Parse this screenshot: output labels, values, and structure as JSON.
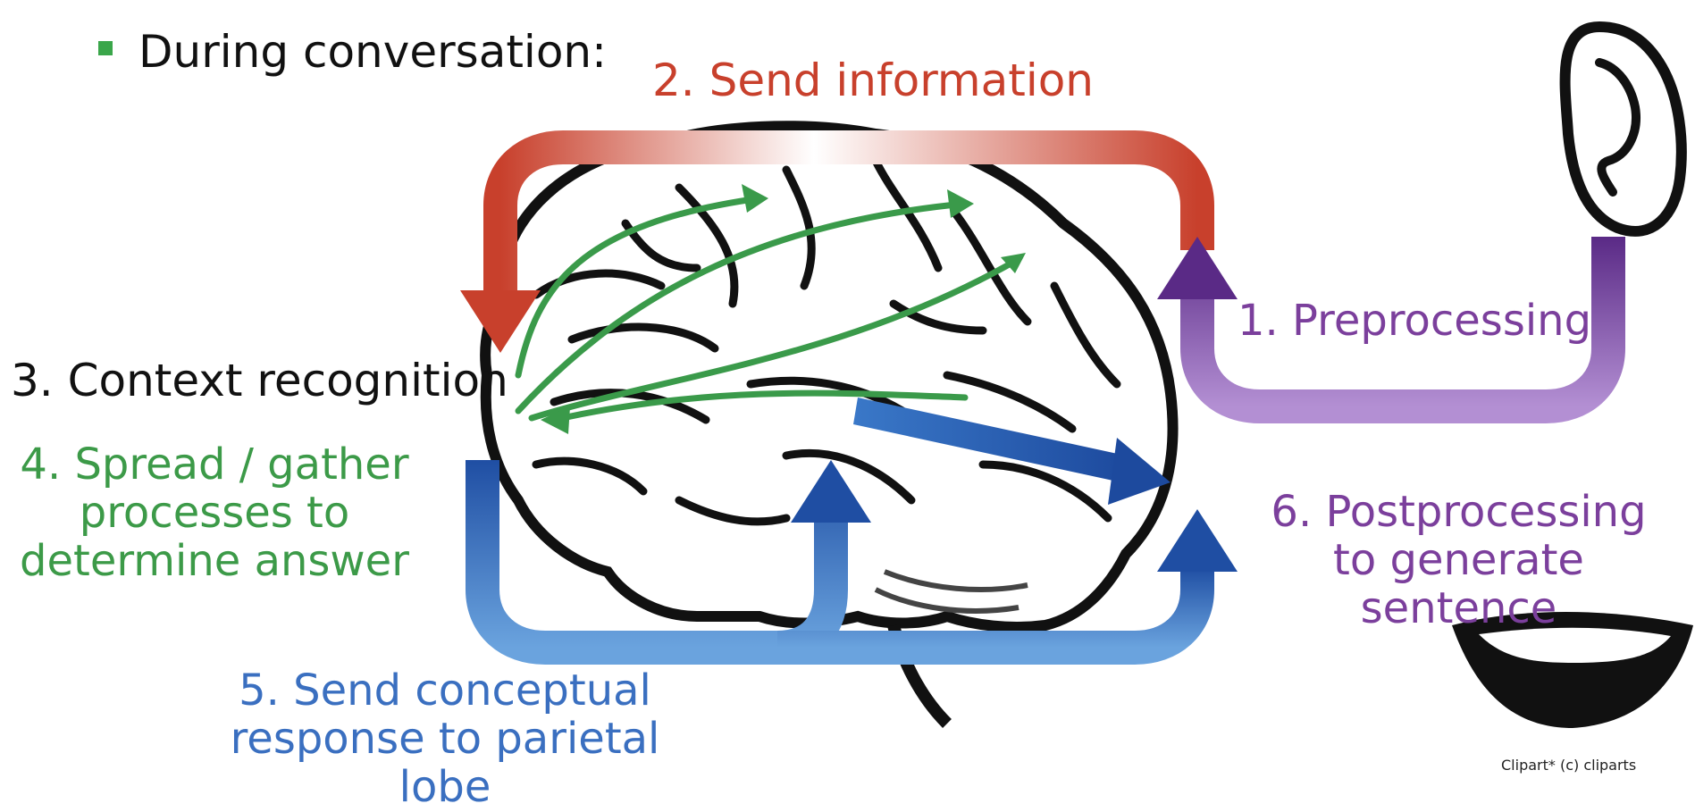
{
  "bullet": {
    "text": "During conversation:",
    "color": "#3aa64a"
  },
  "steps": {
    "preprocessing": {
      "text": "1. Preprocessing",
      "color": "#7b3f9c"
    },
    "send_information": {
      "text": "2. Send information",
      "color": "#c8402c"
    },
    "context_recognition": {
      "text": "3. Context recognition",
      "color": "#111111"
    },
    "spread_gather": {
      "text": "4. Spread / gather processes to determine answer",
      "color": "#3c9a48"
    },
    "send_conceptual": {
      "text": "5. Send conceptual response to parietal lobe",
      "color": "#3a6fc0"
    },
    "postprocessing": {
      "text": "6. Postprocessing to generate sentence",
      "color": "#7b3f9c"
    }
  },
  "credit": "Clipart* (c) cliparts",
  "icons": [
    "brain-icon",
    "ear-icon",
    "mouth-icon"
  ]
}
